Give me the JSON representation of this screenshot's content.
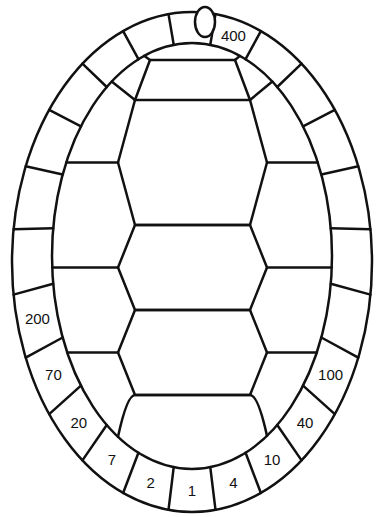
{
  "diagram": {
    "labels": [
      "400",
      "200",
      "100",
      "70",
      "40",
      "20",
      "10",
      "7",
      "2",
      "1",
      "4"
    ]
  }
}
